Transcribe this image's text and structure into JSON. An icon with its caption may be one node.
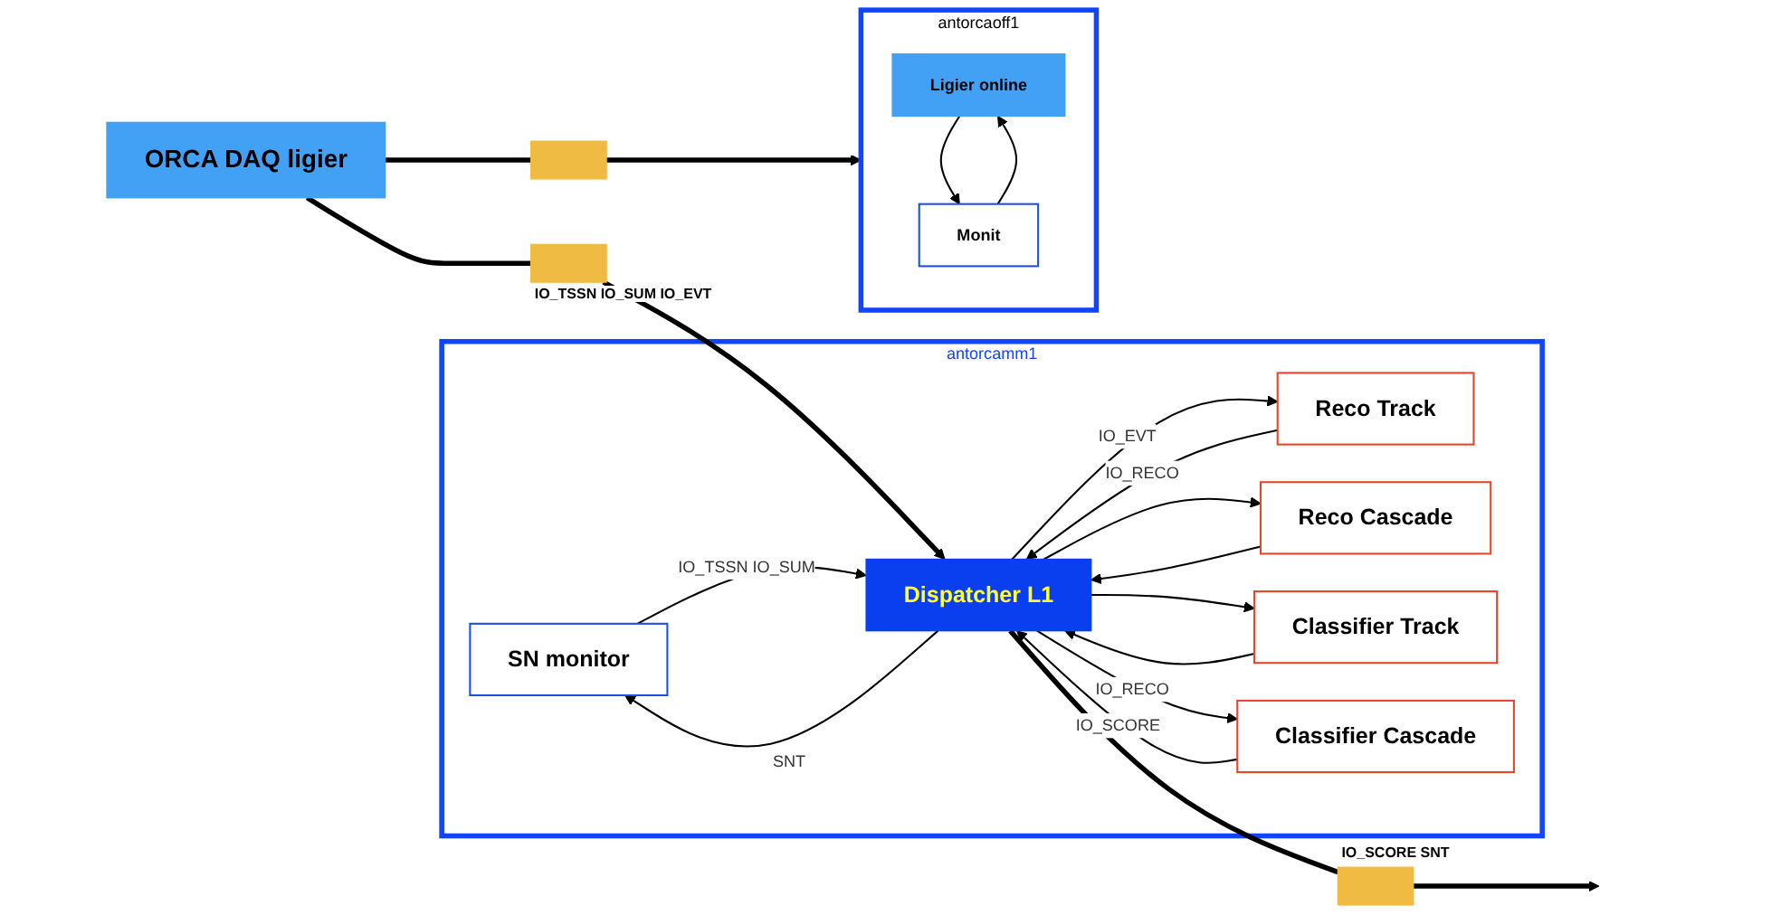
{
  "diagram": {
    "nodes": [
      {
        "text": [
          "antorcamm1"
        ]
      },
      {
        "text": [
          "ORCA DAQ ligier"
        ]
      },
      {
        "text": [],
        "shape": "box",
        "beside": [
          "IO_TSSN IO_SUM IO_EVT"
        ]
      },
      {
        "text": [
          "SN monitor"
        ],
        "in": 0
      },
      {
        "text": [
          "Dispatcher L1"
        ],
        "in": 0
      },
      {
        "text": [
          "Reco Track"
        ],
        "in": 0
      },
      {
        "text": [
          "Reco Cascade"
        ],
        "in": 0
      },
      {
        "text": [
          "Classifier Track"
        ],
        "in": 0
      },
      {
        "text": [
          "Classifier Cascade"
        ],
        "in": 0
      },
      {
        "text": [],
        "shape": "box",
        "beside": [
          "IO_SCORE SNT"
        ]
      },
      {
        "text": [],
        "shape": "box"
      },
      {
        "text": [
          "antorcaoff1"
        ]
      },
      {
        "text": [
          "Ligier online"
        ],
        "in": 11
      },
      {
        "text": [
          "Monit"
        ],
        "in": 11
      }
    ],
    "edges": [
      {
        "from": 1,
        "to": 2,
        "arrow": "none",
        "style": "thick"
      },
      {
        "from": 2,
        "to": 4,
        "arrow": "to",
        "style": "thick"
      },
      {
        "from": 3,
        "to": 4,
        "arrow": "to",
        "label": "IO_TSSN IO_SUM"
      },
      {
        "from": 4,
        "to": 3,
        "arrow": "to",
        "label": "SNT"
      },
      {
        "from": 4,
        "to": 5,
        "arrow": "to",
        "label": "IO_EVT"
      },
      {
        "from": 5,
        "to": 4,
        "arrow": "to",
        "label": "IO_RECO"
      },
      {
        "from": 4,
        "to": 6,
        "arrow": "to"
      },
      {
        "from": 6,
        "to": 4,
        "arrow": "to"
      },
      {
        "from": 4,
        "to": 7,
        "arrow": "to"
      },
      {
        "from": 7,
        "to": 4,
        "arrow": "to"
      },
      {
        "from": 4,
        "to": 8,
        "arrow": "to",
        "label": "IO_RECO"
      },
      {
        "from": 8,
        "to": 4,
        "arrow": "to",
        "label": "IO_SCORE"
      },
      {
        "from": 4,
        "to": 9,
        "arrow": "none",
        "style": "thick"
      },
      {
        "from": 9,
        "to": null,
        "arrow": "to",
        "style": "thick"
      },
      {
        "from": 1,
        "to": 10,
        "arrow": "none",
        "style": "thick"
      },
      {
        "from": 10,
        "to": 11,
        "arrow": "to",
        "style": "thick"
      },
      {
        "from": 12,
        "to": 13,
        "arrow": "to"
      },
      {
        "from": 13,
        "to": 12,
        "arrow": "to"
      }
    ]
  }
}
